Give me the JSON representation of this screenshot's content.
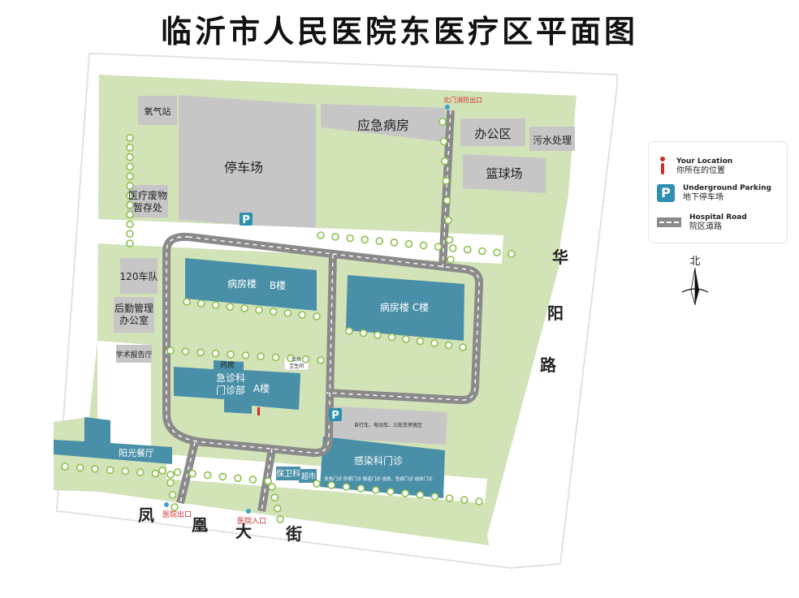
{
  "title": "临沂市人民医院东医疗区平面图",
  "legend": {
    "location_en": "Your Location",
    "location_zh": "你所在的位置",
    "parking_icon": "P",
    "parking_en": "Underground Parking",
    "parking_zh": "地下停车场",
    "road_en": "Hospital Road",
    "road_zh": "院区道路"
  },
  "compass": {
    "north": "北"
  },
  "buildings": {
    "oxygen": "氧气站",
    "parking_lot": "停车场",
    "emergency_ward": "应急病房",
    "office": "办公区",
    "sewage": "污水处理",
    "basketball": "篮球场",
    "medical_waste_1": "医疗废物",
    "medical_waste_2": "暂存处",
    "team_120": "120车队",
    "logistics_1": "后勤管理",
    "logistics_2": "办公室",
    "lecture_hall": "学术报告厅",
    "ward_b_1": "病房楼",
    "ward_b_2": "B楼",
    "ward_c": "病房楼 C楼",
    "pharmacy": "药房",
    "emergency_a_1": "急诊科",
    "emergency_a_2": "门诊部",
    "emergency_a_3": "A楼",
    "public_toilet_1": "公共",
    "public_toilet_2": "卫生间",
    "sunshine_canteen": "阳光餐厅",
    "security": "保卫科",
    "supermarket": "超市",
    "bike_parking": "自行车、电动车、三轮车停放区",
    "infection_clinic": "感染科门诊",
    "infection_sub": "发热门诊 肝病门诊 肠道门诊 皮肤、性病门诊 结核门诊"
  },
  "parking_markers": [
    "P",
    "P"
  ],
  "exits": {
    "north_fire": "北门消防出口",
    "hospital_exit": "医院出口",
    "hospital_entrance": "医院入口"
  },
  "streets": {
    "east": [
      "华",
      "阳",
      "路"
    ],
    "south": [
      "凤",
      "凰",
      "大",
      "街"
    ]
  },
  "colors": {
    "green": "#d2e3b8",
    "grey_area": "#c8c8c8",
    "building": "#4a8fa8",
    "road": "#8a8a8a",
    "accent_red": "#d12a2a"
  }
}
